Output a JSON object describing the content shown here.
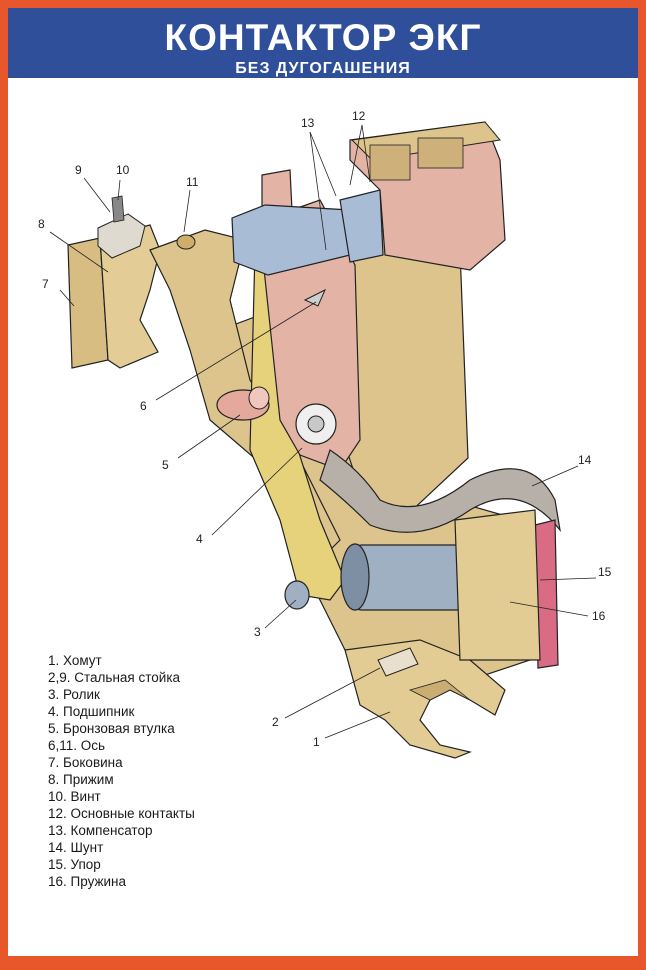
{
  "header": {
    "title": "КОНТАКТОР ЭКГ",
    "subtitle": "БЕЗ ДУГОГАШЕНИЯ"
  },
  "callouts": [
    "1",
    "2",
    "3",
    "4",
    "5",
    "6",
    "7",
    "8",
    "9",
    "10",
    "11",
    "12",
    "13",
    "14",
    "15",
    "16"
  ],
  "legend": [
    "1. Хомут",
    "2,9. Стальная стойка",
    "3. Ролик",
    "4. Подшипник",
    "5. Бронзовая втулка",
    "6,11. Ось",
    "7. Боковина",
    "8. Прижим",
    "10. Винт",
    "12. Основные контакты",
    "13. Компенсатор",
    "14. Шунт",
    "15. Упор",
    "16. Пружина"
  ],
  "colors": {
    "frame": "#e8562b",
    "header": "#2f4f9b",
    "tan": "#ddc48d",
    "tan_dark": "#c9ad71",
    "yellow": "#e6d27a",
    "pink": "#e3b3a6",
    "steel_blue": "#a8bcd6",
    "spring": "#9fb0c2"
  }
}
